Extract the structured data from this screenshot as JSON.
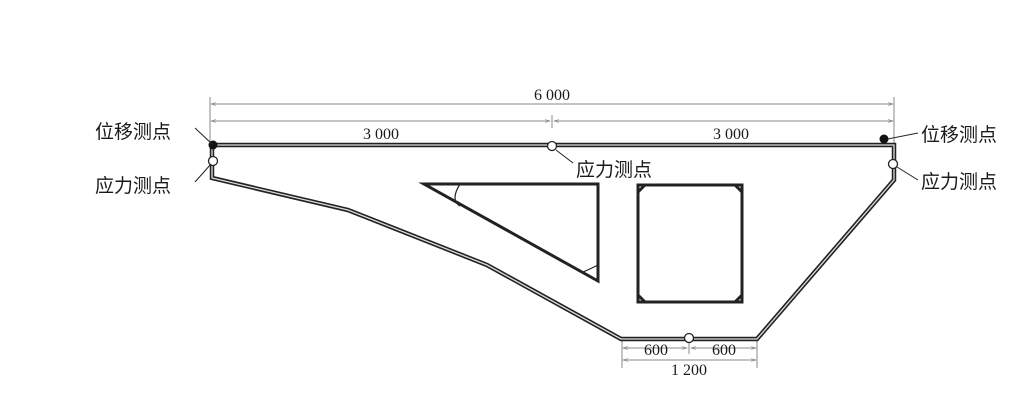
{
  "labels": {
    "displacement_point": "位移测点",
    "stress_point": "应力测点"
  },
  "dimensions": {
    "total_width": "6 000",
    "left_half": "3 000",
    "right_half": "3 000",
    "bottom_left": "600",
    "bottom_right": "600",
    "bottom_width": "1 200"
  }
}
